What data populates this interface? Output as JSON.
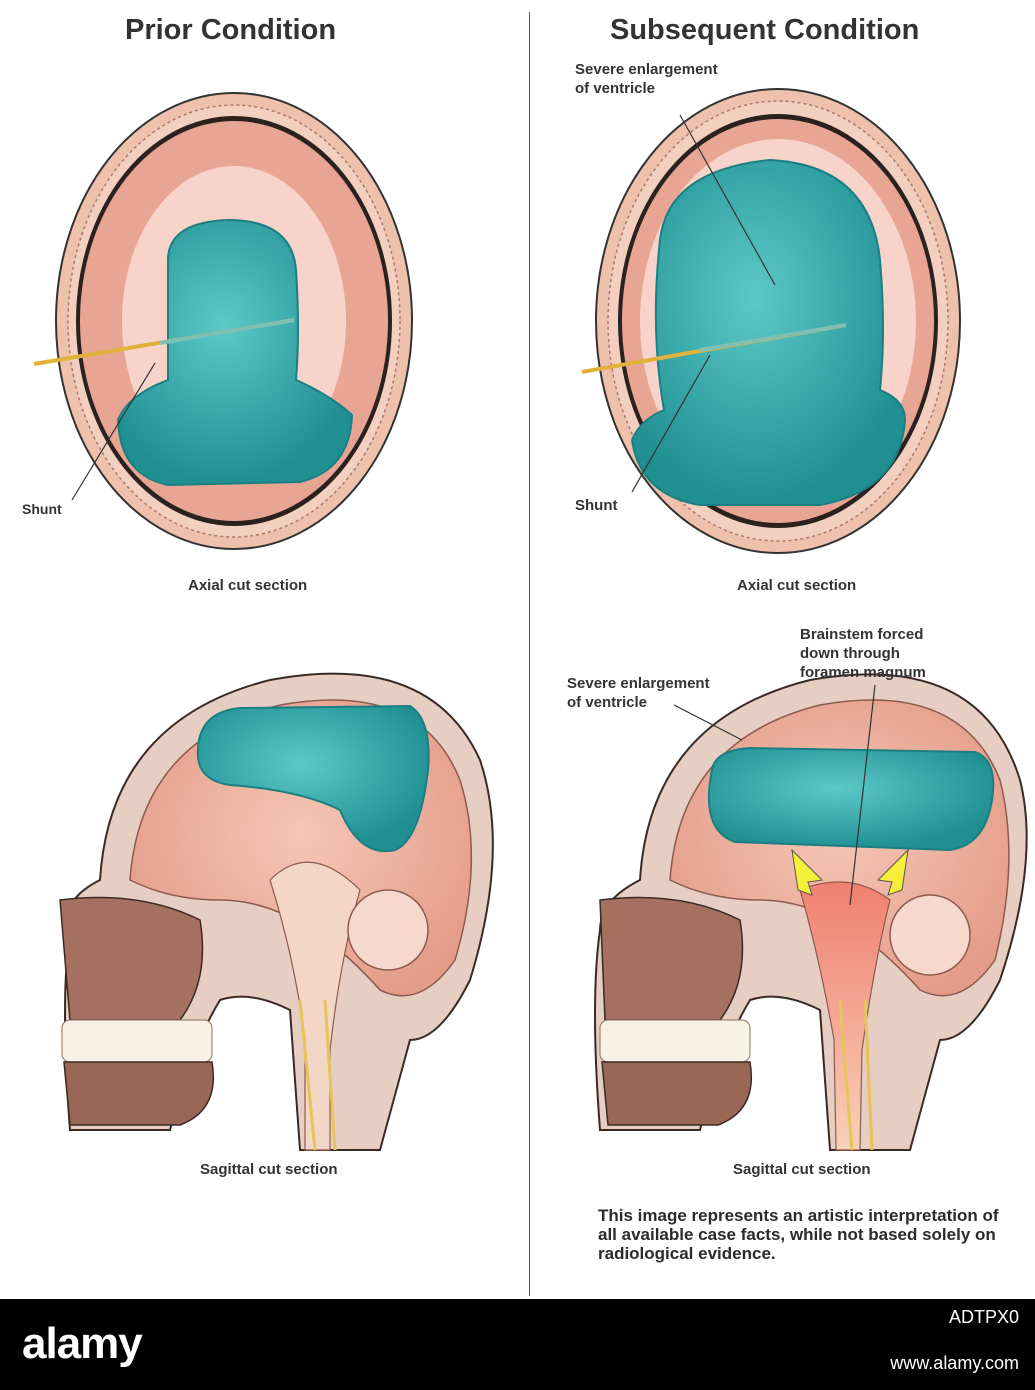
{
  "left_panel": {
    "title": "Prior Condition",
    "axial_caption": "Axial cut section",
    "sagittal_caption": "Sagittal cut section",
    "shunt_label": "Shunt"
  },
  "right_panel": {
    "title": "Subsequent Condition",
    "axial_caption": "Axial cut section",
    "sagittal_caption": "Sagittal cut section",
    "shunt_label": "Shunt",
    "ventricle_label_axial": [
      "Severe enlargement",
      "of ventricle"
    ],
    "ventricle_label_sagittal": [
      "Severe enlargement",
      "of ventricle"
    ],
    "brainstem_label": [
      "Brainstem forced",
      "down through",
      "foramen magnum"
    ],
    "disclaimer": "This image represents an artistic interpretation of all available case facts, while not based solely on radiological evidence."
  },
  "footer": {
    "logo": "alamy",
    "image_code": "ADTPX0",
    "url": "www.alamy.com"
  },
  "colors": {
    "ventricle": "#2fa9a9",
    "brain": "#f0b0a0",
    "skull": "#e8c8b8",
    "shunt": "#e0b23a",
    "arrow": "#f5ef3a",
    "brainstem_compressed": "#f07070"
  }
}
